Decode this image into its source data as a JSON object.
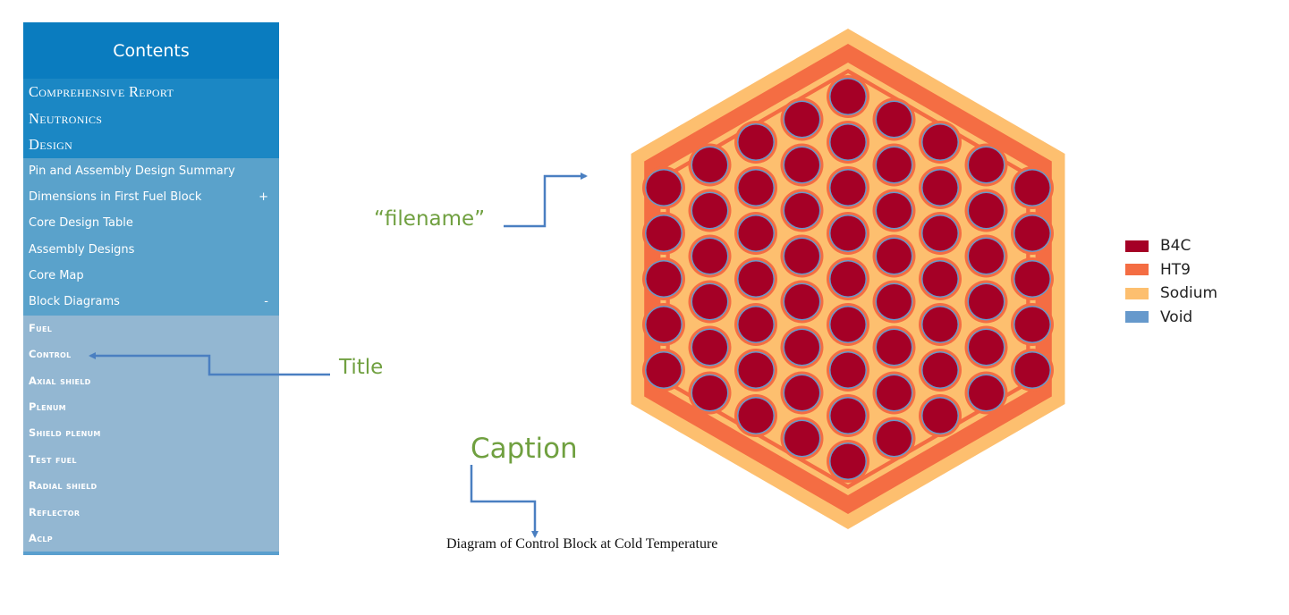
{
  "sidebar": {
    "title": "Contents",
    "level1": [
      "Comprehensive Report",
      "Neutronics",
      "Design"
    ],
    "level2": [
      {
        "label": "Pin and Assembly Design Summary",
        "toggle": ""
      },
      {
        "label": "Dimensions in First Fuel Block",
        "toggle": "+"
      },
      {
        "label": "Core Design Table",
        "toggle": ""
      },
      {
        "label": "Assembly Designs",
        "toggle": ""
      },
      {
        "label": "Core Map",
        "toggle": ""
      },
      {
        "label": "Block Diagrams",
        "toggle": "-"
      }
    ],
    "level3": [
      "Fuel",
      "Control",
      "Axial shield",
      "Plenum",
      "Shield plenum",
      "Test fuel",
      "Radial shield",
      "Reflector",
      "Aclp"
    ]
  },
  "annotations": {
    "filename": "“filename”",
    "title": "Title",
    "caption": "Caption"
  },
  "caption_text": "Diagram of Control Block at Cold Temperature",
  "legend": [
    {
      "label": "B4C",
      "color": "#a50026"
    },
    {
      "label": "HT9",
      "color": "#f46d43"
    },
    {
      "label": "Sodium",
      "color": "#fdbf6f"
    },
    {
      "label": "Void",
      "color": "#6699cc"
    }
  ],
  "colors": {
    "annotation_text": "#70a040",
    "arrow": "#4a7fc1",
    "sidebar_header": "#0a7cbf",
    "sidebar_level1": "#1b87c4",
    "sidebar_level2": "#5aa2cb",
    "sidebar_level3": "#93b7d2"
  }
}
